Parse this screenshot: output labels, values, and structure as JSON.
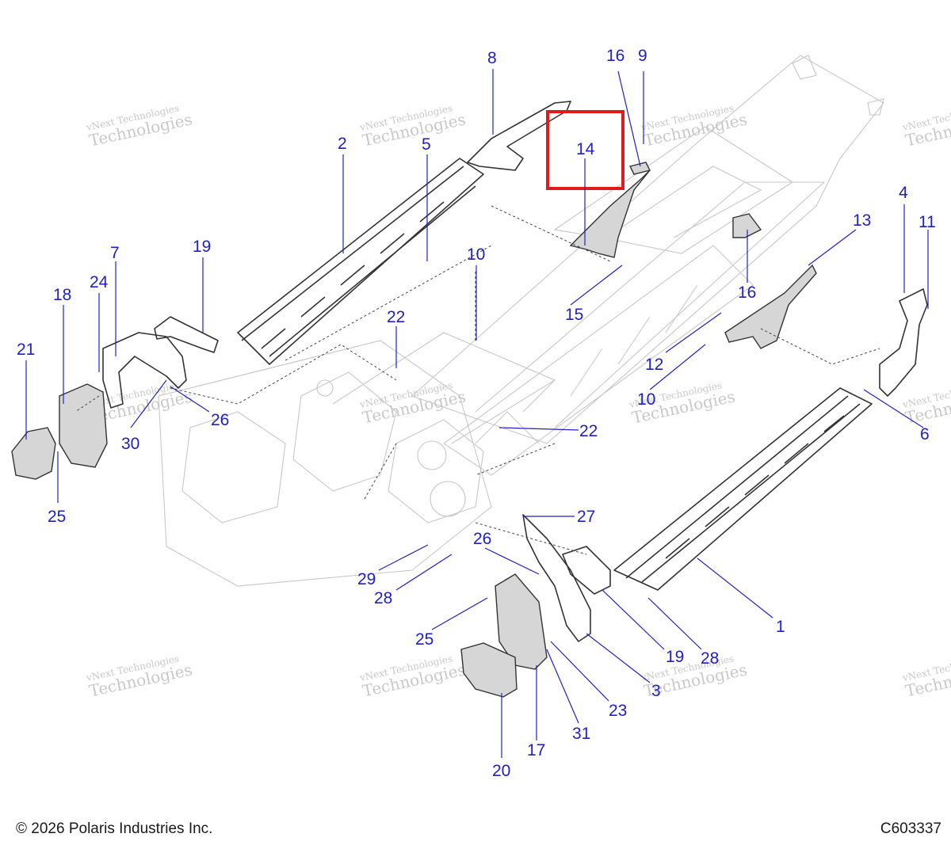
{
  "diagram": {
    "callouts": [
      {
        "id": "c8",
        "text": "8"
      },
      {
        "id": "c16a",
        "text": "16"
      },
      {
        "id": "c9",
        "text": "9"
      },
      {
        "id": "c14",
        "text": "14"
      },
      {
        "id": "c2",
        "text": "2"
      },
      {
        "id": "c5",
        "text": "5"
      },
      {
        "id": "c4",
        "text": "4"
      },
      {
        "id": "c11",
        "text": "11"
      },
      {
        "id": "c13",
        "text": "13"
      },
      {
        "id": "c7",
        "text": "7"
      },
      {
        "id": "c19a",
        "text": "19"
      },
      {
        "id": "c10a",
        "text": "10"
      },
      {
        "id": "c24",
        "text": "24"
      },
      {
        "id": "c18",
        "text": "18"
      },
      {
        "id": "c16b",
        "text": "16"
      },
      {
        "id": "c15",
        "text": "15"
      },
      {
        "id": "c22a",
        "text": "22"
      },
      {
        "id": "c12",
        "text": "12"
      },
      {
        "id": "c21",
        "text": "21"
      },
      {
        "id": "c10b",
        "text": "10"
      },
      {
        "id": "c26a",
        "text": "26"
      },
      {
        "id": "c6",
        "text": "6"
      },
      {
        "id": "c30",
        "text": "30"
      },
      {
        "id": "c22b",
        "text": "22"
      },
      {
        "id": "c25a",
        "text": "25"
      },
      {
        "id": "c27",
        "text": "27"
      },
      {
        "id": "c26b",
        "text": "26"
      },
      {
        "id": "c29",
        "text": "29"
      },
      {
        "id": "c28a",
        "text": "28"
      },
      {
        "id": "c1",
        "text": "1"
      },
      {
        "id": "c25b",
        "text": "25"
      },
      {
        "id": "c19b",
        "text": "19"
      },
      {
        "id": "c28b",
        "text": "28"
      },
      {
        "id": "c3",
        "text": "3"
      },
      {
        "id": "c23",
        "text": "23"
      },
      {
        "id": "c31",
        "text": "31"
      },
      {
        "id": "c17",
        "text": "17"
      },
      {
        "id": "c20",
        "text": "20"
      }
    ],
    "highlight_color": "#e01b1b",
    "callout_color": "#2020c8",
    "watermark_line1": "vNext Technologies",
    "watermark_line2": "Technologies"
  },
  "footer": {
    "copyright": "© 2026 Polaris Industries Inc.",
    "drawing_number": "C603337"
  }
}
